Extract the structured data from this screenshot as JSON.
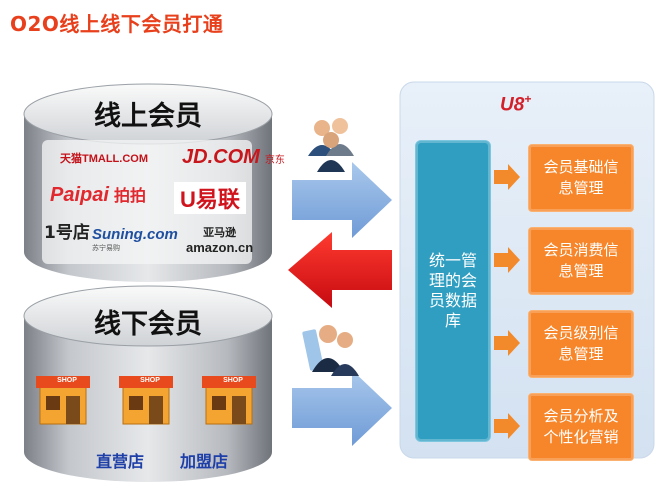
{
  "title": "O2O线上线下会员打通",
  "online": {
    "label": "线上会员",
    "logos": {
      "tmall": "天猫TMALL.COM",
      "jd": "JD.COM",
      "jd_cn": "京东",
      "paipai": "Paipai",
      "paipai_cn": "拍拍",
      "ulian": "U易联",
      "yhd": "1号店",
      "suning": "Suning.com",
      "suning_cn": "苏宁易购",
      "amazon_cn": "亚马逊",
      "amazon": "amazon.cn"
    }
  },
  "offline": {
    "label": "线下会员",
    "shop_sign": "SHOP",
    "stores": [
      "直营店",
      "加盟店"
    ]
  },
  "u8": {
    "brand": "U8",
    "plus": "+",
    "center": "统一管理的会员数据库",
    "items": [
      "会员基础信息管理",
      "会员消费信息管理",
      "会员级别信息管理",
      "会员分析及个性化营销"
    ]
  },
  "colors": {
    "title": "#e8401c",
    "center_box": "#2f9ec1",
    "item_box": "#f7862a",
    "panel": "#dde9f6",
    "arrow_blue": "#8db4e2",
    "arrow_red": "#e8141c"
  }
}
